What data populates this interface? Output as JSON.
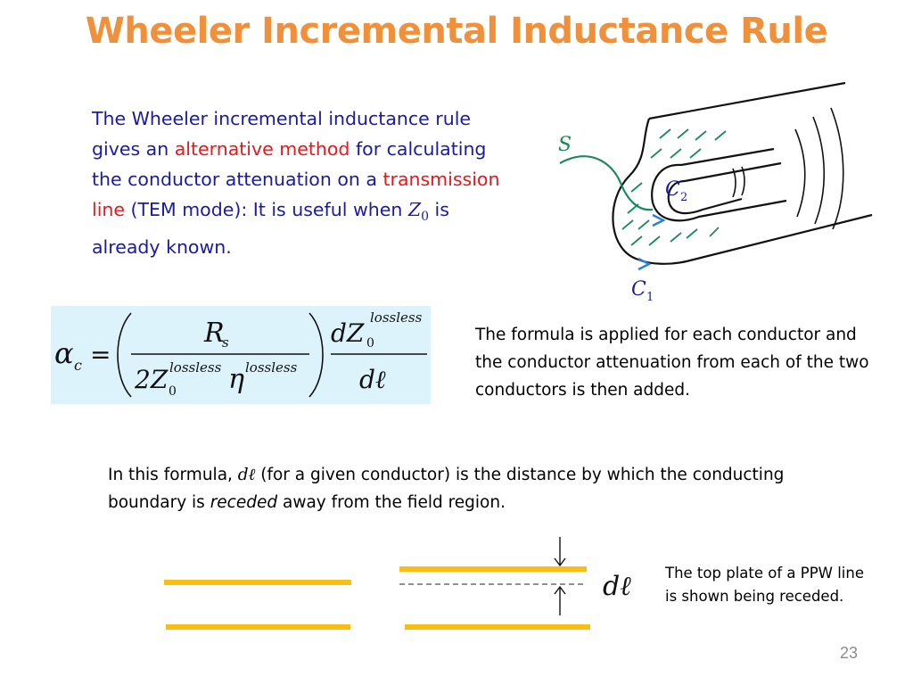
{
  "slide": {
    "title": "Wheeler Incremental Inductance Rule",
    "page_number": "23"
  },
  "intro": {
    "t1": "The Wheeler incremental inductance rule gives an ",
    "t2": "alternative method",
    "t3": " for calculating the conductor attenuation on a ",
    "t4": "transmission line",
    "t5": " (TEM mode): It is useful when ",
    "z0_sym": "Z",
    "z0_sub": "0",
    "t6": " is already known."
  },
  "equation": {
    "alpha": "α",
    "alpha_sub": "c",
    "equals": "=",
    "rs": "R",
    "rs_sub": "s",
    "two_z": "2Z",
    "z_sub": "0",
    "lossless": "lossless",
    "eta": "η",
    "dz": "dZ",
    "dl": "dℓ"
  },
  "para2": "The  formula is applied for each conductor and the conductor attenuation from each of the two conductors is then added.",
  "para3": {
    "t1": "In this formula, ",
    "dl": "dℓ",
    "t2": "  (for a given conductor) is  the distance by which the conducting boundary is ",
    "receded": "receded",
    "t3": " away from the field region."
  },
  "figure": {
    "s_label": "S",
    "c1": "C",
    "c1_sub": "1",
    "c2": "C",
    "c2_sub": "2"
  },
  "ppw": {
    "dl_label": "dℓ",
    "caption": "The top plate of a PPW line is shown being receded."
  },
  "colors": {
    "title": "#f0903a",
    "text_blue": "#1a1aa6",
    "highlight_red": "#e8171c",
    "equation_bg": "#ddf3fb",
    "plate_gold": "#f8be14",
    "curve_green": "#1a8a5a",
    "arrow_blue": "#2a7fd6"
  }
}
